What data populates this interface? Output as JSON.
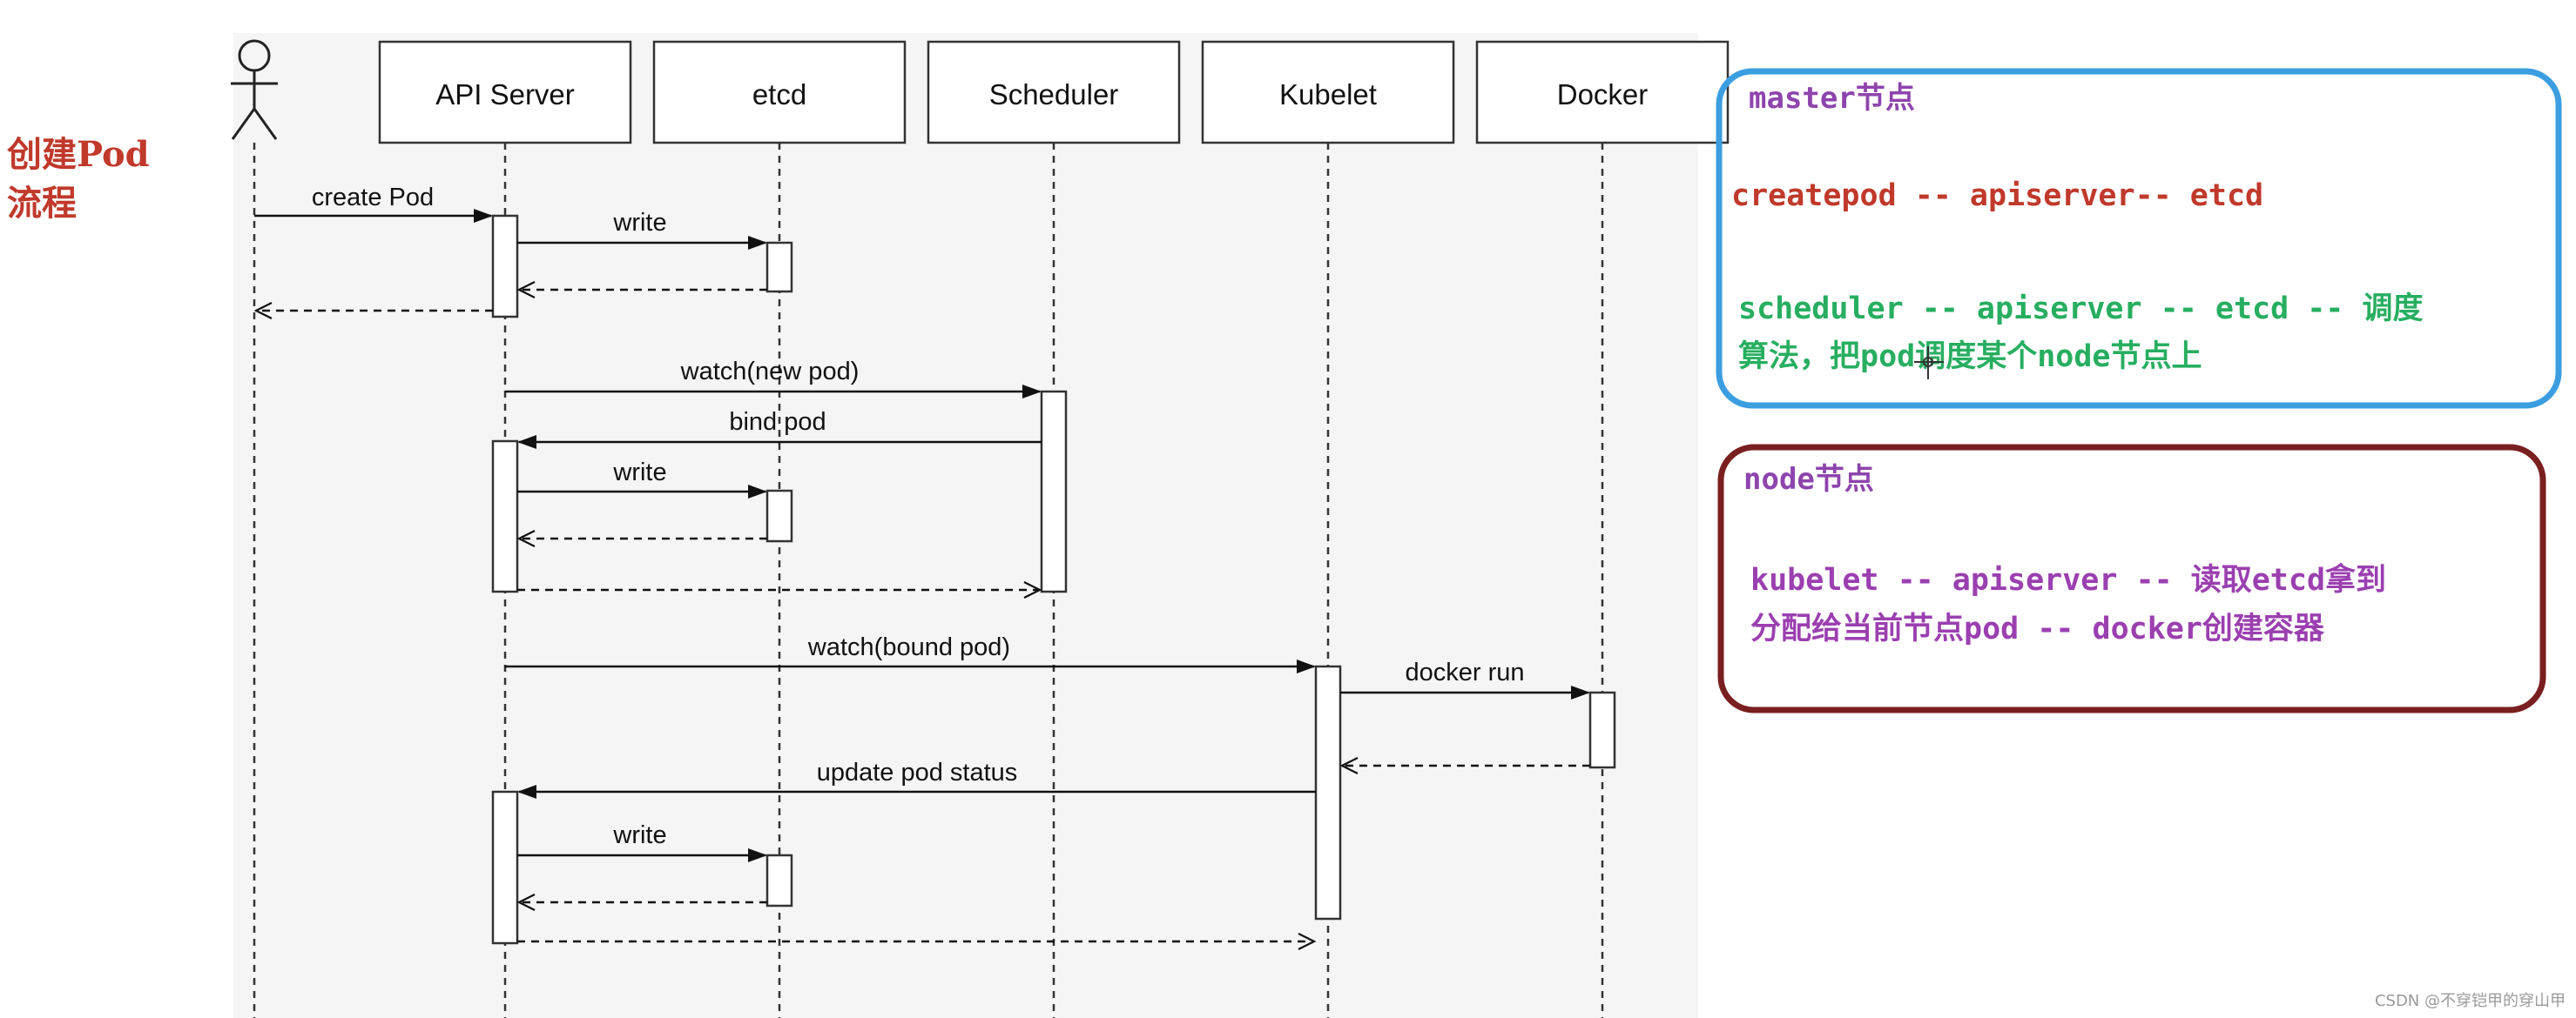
{
  "side_title": {
    "line1": "创建Pod",
    "line2": "流程"
  },
  "diagram": {
    "participants": [
      {
        "id": "actor",
        "label": "",
        "kind": "actor"
      },
      {
        "id": "api",
        "label": "API Server"
      },
      {
        "id": "etcd",
        "label": "etcd"
      },
      {
        "id": "sched",
        "label": "Scheduler"
      },
      {
        "id": "kubelet",
        "label": "Kubelet"
      },
      {
        "id": "docker",
        "label": "Docker"
      }
    ],
    "messages": [
      {
        "from": "actor",
        "to": "api",
        "label": "create Pod",
        "style": "solid"
      },
      {
        "from": "api",
        "to": "etcd",
        "label": "write",
        "style": "solid"
      },
      {
        "from": "etcd",
        "to": "api",
        "label": "",
        "style": "dashed"
      },
      {
        "from": "api",
        "to": "actor",
        "label": "",
        "style": "dashed"
      },
      {
        "from": "api",
        "to": "sched",
        "label": "watch(new pod)",
        "style": "solid"
      },
      {
        "from": "sched",
        "to": "api",
        "label": "bind pod",
        "style": "solid"
      },
      {
        "from": "api",
        "to": "etcd",
        "label": "write",
        "style": "solid"
      },
      {
        "from": "etcd",
        "to": "api",
        "label": "",
        "style": "dashed"
      },
      {
        "from": "api",
        "to": "sched",
        "label": "",
        "style": "dashed"
      },
      {
        "from": "api",
        "to": "kubelet",
        "label": "watch(bound pod)",
        "style": "solid"
      },
      {
        "from": "kubelet",
        "to": "docker",
        "label": "docker run",
        "style": "solid"
      },
      {
        "from": "docker",
        "to": "kubelet",
        "label": "",
        "style": "dashed"
      },
      {
        "from": "kubelet",
        "to": "api",
        "label": "update pod status",
        "style": "solid"
      },
      {
        "from": "api",
        "to": "etcd",
        "label": "write",
        "style": "solid"
      },
      {
        "from": "etcd",
        "to": "api",
        "label": "",
        "style": "dashed"
      },
      {
        "from": "api",
        "to": "kubelet",
        "label": "",
        "style": "dashed"
      }
    ]
  },
  "master_box": {
    "title": "master节点",
    "line1": "createpod -- apiserver-- etcd",
    "line2a": "scheduler -- apiserver -- etcd -- 调度",
    "line2b": "算法，把pod调度某个node节点上",
    "border_color": "#3b9ee0"
  },
  "node_box": {
    "title": "node节点",
    "line1a": "kubelet -- apiserver -- 读取etcd拿到",
    "line1b": "分配给当前节点pod -- docker创建容器",
    "border_color": "#7a1f1f"
  },
  "colors": {
    "title_purple": "#8e44ad",
    "text_red": "#c0392b",
    "text_green": "#27ae60",
    "text_purple": "#9b3fb0"
  },
  "watermark": "CSDN @不穿铠甲的穿山甲"
}
